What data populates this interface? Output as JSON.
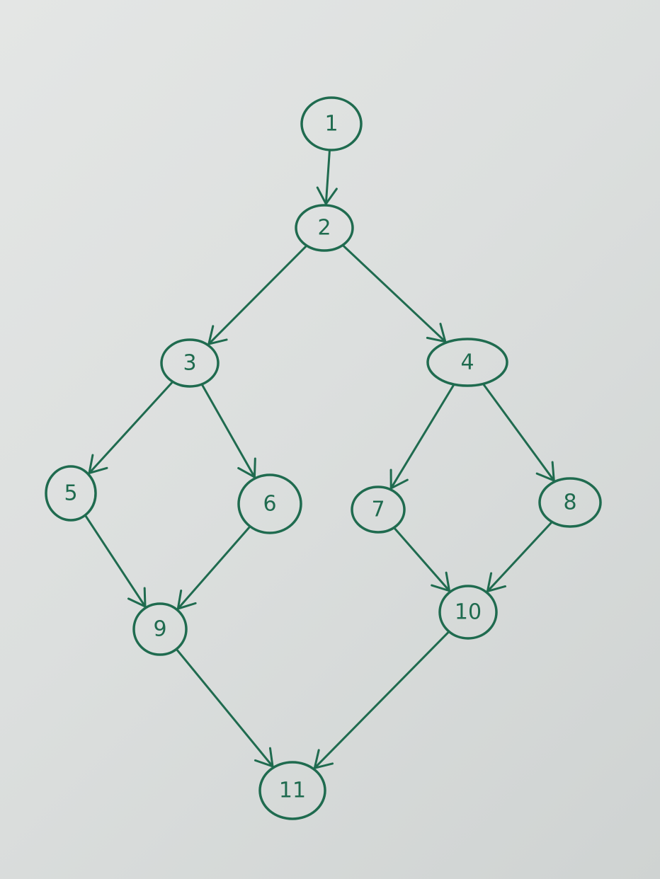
{
  "diagram": {
    "ink_color": "#1f6b4f",
    "nodes": [
      {
        "id": "1",
        "label": "1"
      },
      {
        "id": "2",
        "label": "2"
      },
      {
        "id": "3",
        "label": "3"
      },
      {
        "id": "4",
        "label": "4"
      },
      {
        "id": "5",
        "label": "5"
      },
      {
        "id": "6",
        "label": "6"
      },
      {
        "id": "7",
        "label": "7"
      },
      {
        "id": "8",
        "label": "8"
      },
      {
        "id": "9",
        "label": "9"
      },
      {
        "id": "10",
        "label": "10"
      },
      {
        "id": "11",
        "label": "11"
      }
    ],
    "edges": [
      {
        "from": "1",
        "to": "2"
      },
      {
        "from": "2",
        "to": "3"
      },
      {
        "from": "2",
        "to": "4"
      },
      {
        "from": "3",
        "to": "5"
      },
      {
        "from": "3",
        "to": "6"
      },
      {
        "from": "4",
        "to": "7"
      },
      {
        "from": "4",
        "to": "8"
      },
      {
        "from": "5",
        "to": "9"
      },
      {
        "from": "6",
        "to": "9"
      },
      {
        "from": "7",
        "to": "10"
      },
      {
        "from": "8",
        "to": "10"
      },
      {
        "from": "9",
        "to": "11"
      },
      {
        "from": "10",
        "to": "11"
      }
    ]
  }
}
